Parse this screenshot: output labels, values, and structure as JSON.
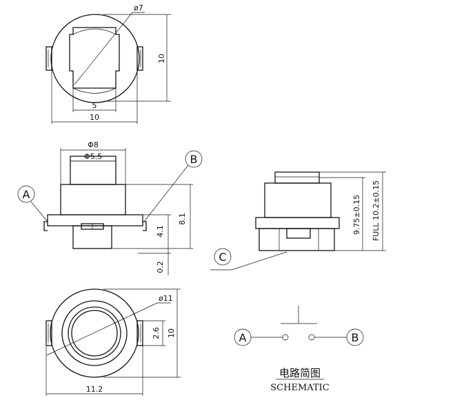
{
  "top_view": {
    "dia_label": "ø7",
    "height_label": "10",
    "inner_width_label": "5",
    "outer_width_label": "10"
  },
  "front_view": {
    "dia8_label": "Φ8",
    "dia55_label": "Φ5.5",
    "terminal_a": "A",
    "terminal_b": "B",
    "height_41": "4.1",
    "height_81": "8.1",
    "height_02": "0.2"
  },
  "side_view": {
    "terminal_c": "C",
    "height_975": "9.75±0.15",
    "height_full": "FULL 10.2±0.15"
  },
  "bottom_view": {
    "dia_label": "ø11",
    "pad_label": "2.6",
    "height_label": "10",
    "width_label": "11.2"
  },
  "schematic": {
    "terminal_a": "A",
    "terminal_b": "B",
    "title_zh": "电路简图",
    "title_en": "SCHEMATIC"
  }
}
